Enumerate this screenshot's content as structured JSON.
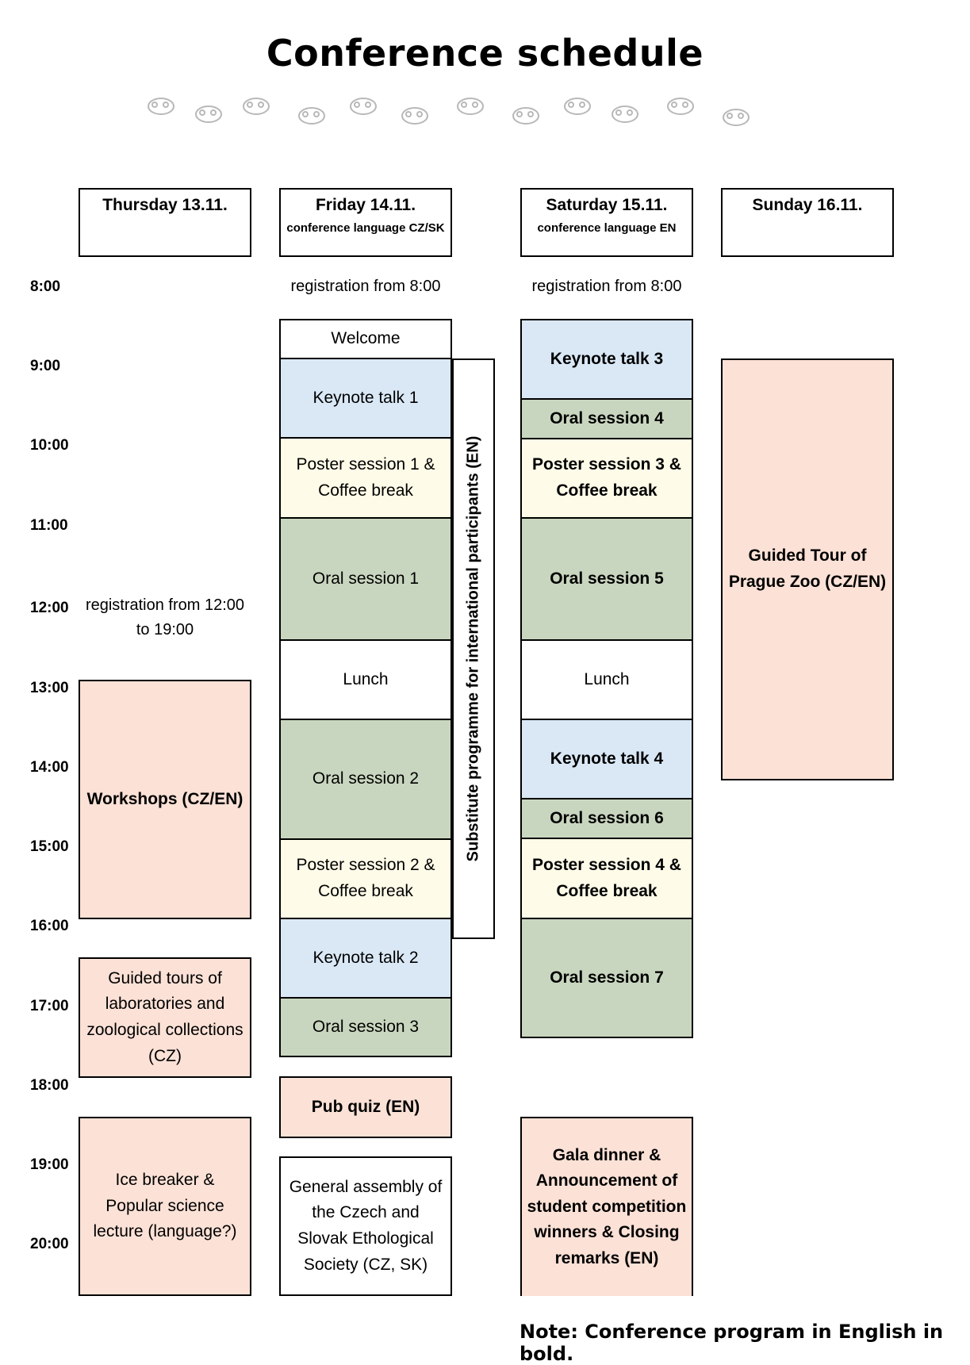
{
  "title": "Conference schedule",
  "days": [
    {
      "name": "Thursday 13.11.",
      "language": ""
    },
    {
      "name": "Friday 14.11.",
      "language": "conference language CZ/SK"
    },
    {
      "name": "Saturday 15.11.",
      "language": "conference language EN"
    },
    {
      "name": "Sunday 16.11.",
      "language": ""
    }
  ],
  "times": [
    "8:00",
    "9:00",
    "10:00",
    "11:00",
    "12:00",
    "13:00",
    "14:00",
    "15:00",
    "16:00",
    "17:00",
    "18:00",
    "19:00",
    "20:00"
  ],
  "notes": {
    "friday_registration": "registration from 8:00",
    "saturday_registration": "registration from 8:00",
    "thursday_registration": "registration from 12:00 to 19:00"
  },
  "thursday": [
    {
      "label": "Workshops (CZ/EN)",
      "bold": true
    },
    {
      "label": "Guided tours of laboratories and zoological collections (CZ)",
      "bold": false
    },
    {
      "label": "Ice breaker & Popular science lecture (language?)",
      "bold": false
    }
  ],
  "friday": [
    {
      "label": "Welcome",
      "bold": false
    },
    {
      "label": "Keynote talk 1",
      "bold": false
    },
    {
      "label": "Poster session 1 & Coffee break",
      "bold": false
    },
    {
      "label": "Oral session 1",
      "bold": false
    },
    {
      "label": "Lunch",
      "bold": false
    },
    {
      "label": "Oral session 2",
      "bold": false
    },
    {
      "label": "Poster session 2 & Coffee break",
      "bold": false
    },
    {
      "label": "Keynote talk 2",
      "bold": false
    },
    {
      "label": "Oral session 3",
      "bold": false
    },
    {
      "label": "Pub quiz (EN)",
      "bold": true
    },
    {
      "label": "General assembly of the Czech and Slovak Ethological Society (CZ, SK)",
      "bold": false
    }
  ],
  "substitute": "Substitute programme for international participants (EN)",
  "saturday": [
    {
      "label": "Keynote talk 3",
      "bold": true
    },
    {
      "label": "Oral session 4",
      "bold": true
    },
    {
      "label": "Poster session 3 & Coffee break",
      "bold": true
    },
    {
      "label": "Oral session 5",
      "bold": true
    },
    {
      "label": "Lunch",
      "bold": false
    },
    {
      "label": "Keynote talk 4",
      "bold": true
    },
    {
      "label": "Oral session 6",
      "bold": true
    },
    {
      "label": "Poster session 4 & Coffee break",
      "bold": true
    },
    {
      "label": "Oral session 7",
      "bold": true
    },
    {
      "label": "Gala dinner & Announcement of student competition winners & Closing remarks (EN)",
      "bold": true
    }
  ],
  "sunday": [
    {
      "label": "Guided Tour of Prague Zoo (CZ/EN)",
      "bold": true
    }
  ],
  "footnote": "Note: Conference program in English in bold.",
  "colors": {
    "white": "#ffffff",
    "keynote_blue": "#dae8f6",
    "poster_cream": "#fefbe8",
    "oral_green": "#c9d6bf",
    "social_peach": "#fbe1d6"
  },
  "decor_icon": "doodle-icon"
}
